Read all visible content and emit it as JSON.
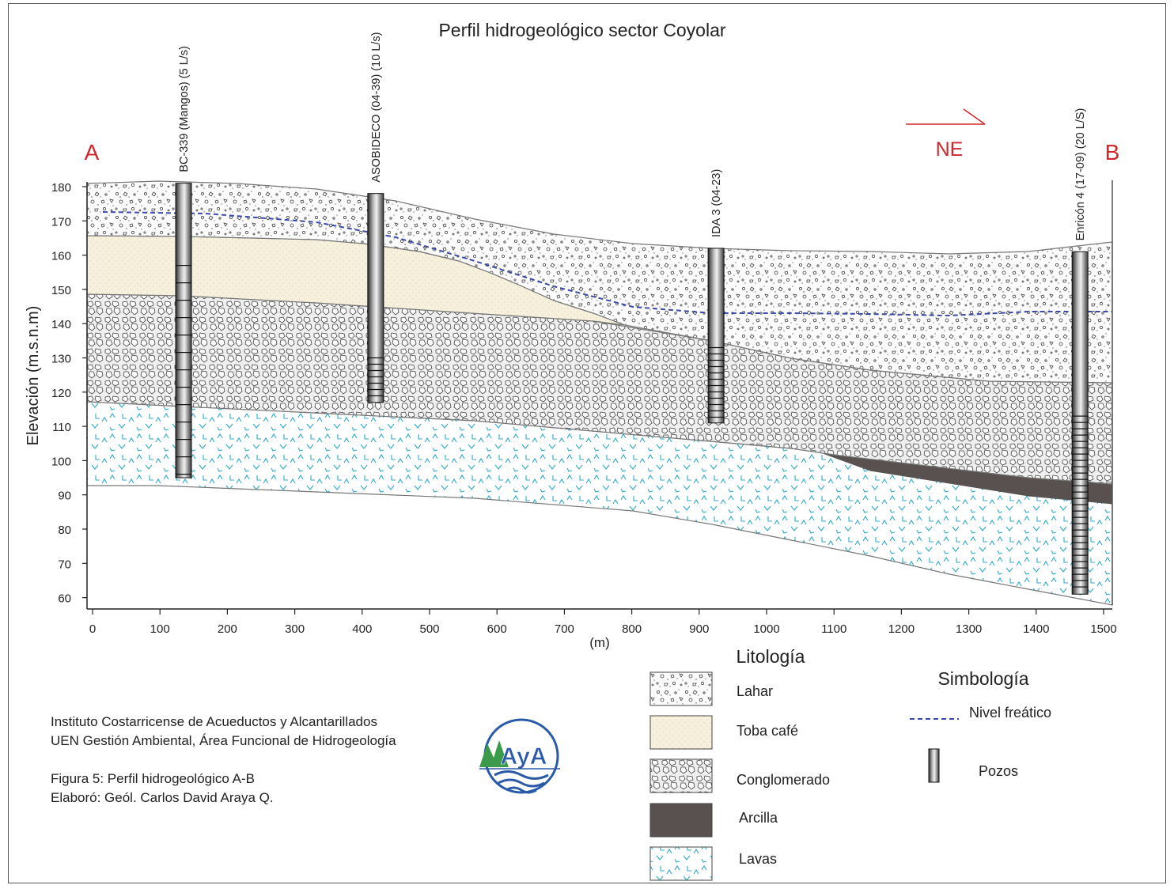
{
  "title": "Perfil hidrogeológico sector Coyolar",
  "point_a": "A",
  "point_b": "B",
  "direction": "NE",
  "y_axis_label": "Elevación (m.s.n.m)",
  "x_axis_label": "(m)",
  "y_ticks": [
    "180",
    "170",
    "160",
    "150",
    "140",
    "130",
    "120",
    "110",
    "100",
    "90",
    "80",
    "70",
    "60"
  ],
  "x_ticks": [
    "0",
    "100",
    "200",
    "300",
    "400",
    "500",
    "600",
    "700",
    "800",
    "900",
    "1000",
    "1100",
    "1200",
    "1300",
    "1400",
    "1500"
  ],
  "wells": [
    {
      "name": "BC-339 (Mangos) (5 L/s)",
      "x_m": 135,
      "top_m": 181,
      "bottom_m": 95
    },
    {
      "name": "ASOBIDECO (04-39) (10 L/s)",
      "x_m": 420,
      "top_m": 178,
      "bottom_m": 117
    },
    {
      "name": "IDA  3 (04-23)",
      "x_m": 925,
      "top_m": 162,
      "bottom_m": 111
    },
    {
      "name": "Enricón 4 (17-09) (20 L/S)",
      "x_m": 1465,
      "top_m": 161,
      "bottom_m": 61
    }
  ],
  "layers": [
    "Lahar",
    "Toba café",
    "Conglomerado",
    "Arcilla",
    "Lavas"
  ],
  "legend": {
    "lithology_title": "Litología",
    "items": [
      {
        "label": "Lahar",
        "pattern": "lahar"
      },
      {
        "label": "Toba café",
        "pattern": "toba"
      },
      {
        "label": "Conglomerado",
        "pattern": "conglomerado"
      },
      {
        "label": "Arcilla",
        "color": "#58514f"
      },
      {
        "label": "Lavas",
        "pattern": "lavas"
      }
    ],
    "symbology_title": "Simbología",
    "water_table_label": "Nivel freático",
    "wells_label": "Pozos"
  },
  "credits": {
    "line1": "Instituto Costarricense de Acueductos y Alcantarillados",
    "line2": "UEN Gestión Ambiental, Área Funcional de Hidrogeología",
    "line3": "Figura 5: Perfil hidrogeológico A-B",
    "line4": "Elaboró: Geól.  Carlos David Araya Q."
  },
  "logo_text": "AyA",
  "colors": {
    "accent_red": "#d0262b",
    "water_table": "#3b4aa8",
    "lavas": "#3fb3cf",
    "arcilla": "#58514f",
    "toba": "#f6f0dc"
  }
}
